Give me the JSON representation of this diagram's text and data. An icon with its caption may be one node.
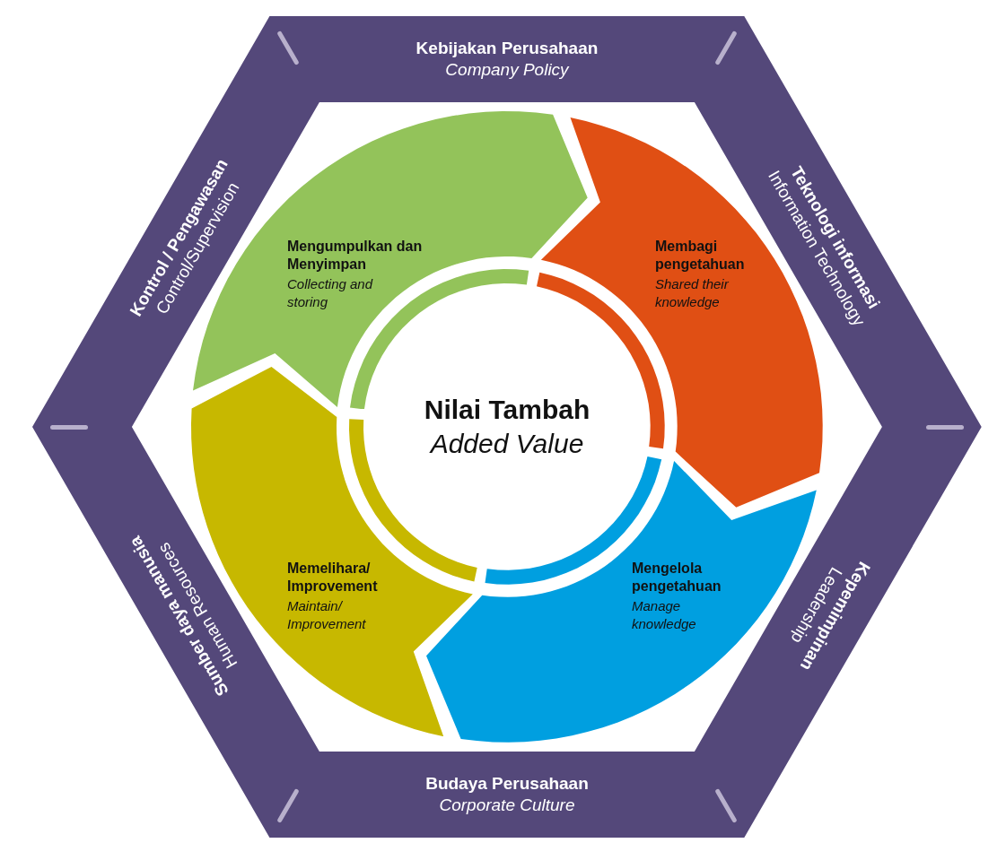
{
  "diagram": {
    "nodes": [
      {
        "text": [
          "Kebijakan Perusahaan",
          "Company Policy",
          "Teknologi informasi",
          "Information Technology",
          "Kepemimpinan",
          "Leadership",
          "Budaya Perusahaan",
          "Corporate Culture",
          "Sumber daya manusia",
          "Human Resources",
          "Kontrol / Pengawasan",
          "Control/Supervision"
        ]
      },
      {
        "text": [
          "Mengumpulkan dan Menyimpan",
          "Collecting and storing"
        ],
        "in": 0
      },
      {
        "text": [
          "Membagi pengetahuan",
          "Shared their knowledge"
        ],
        "in": 0
      },
      {
        "text": [
          "Nilai Tambah",
          "Added Value"
        ],
        "in": 0
      },
      {
        "text": [
          "Memelihara/ Improvement",
          "Maintain/ Improvement"
        ],
        "in": 0
      },
      {
        "text": [
          "Mengelola pengetahuan",
          "Manage knowledge"
        ],
        "in": 0
      }
    ]
  }
}
